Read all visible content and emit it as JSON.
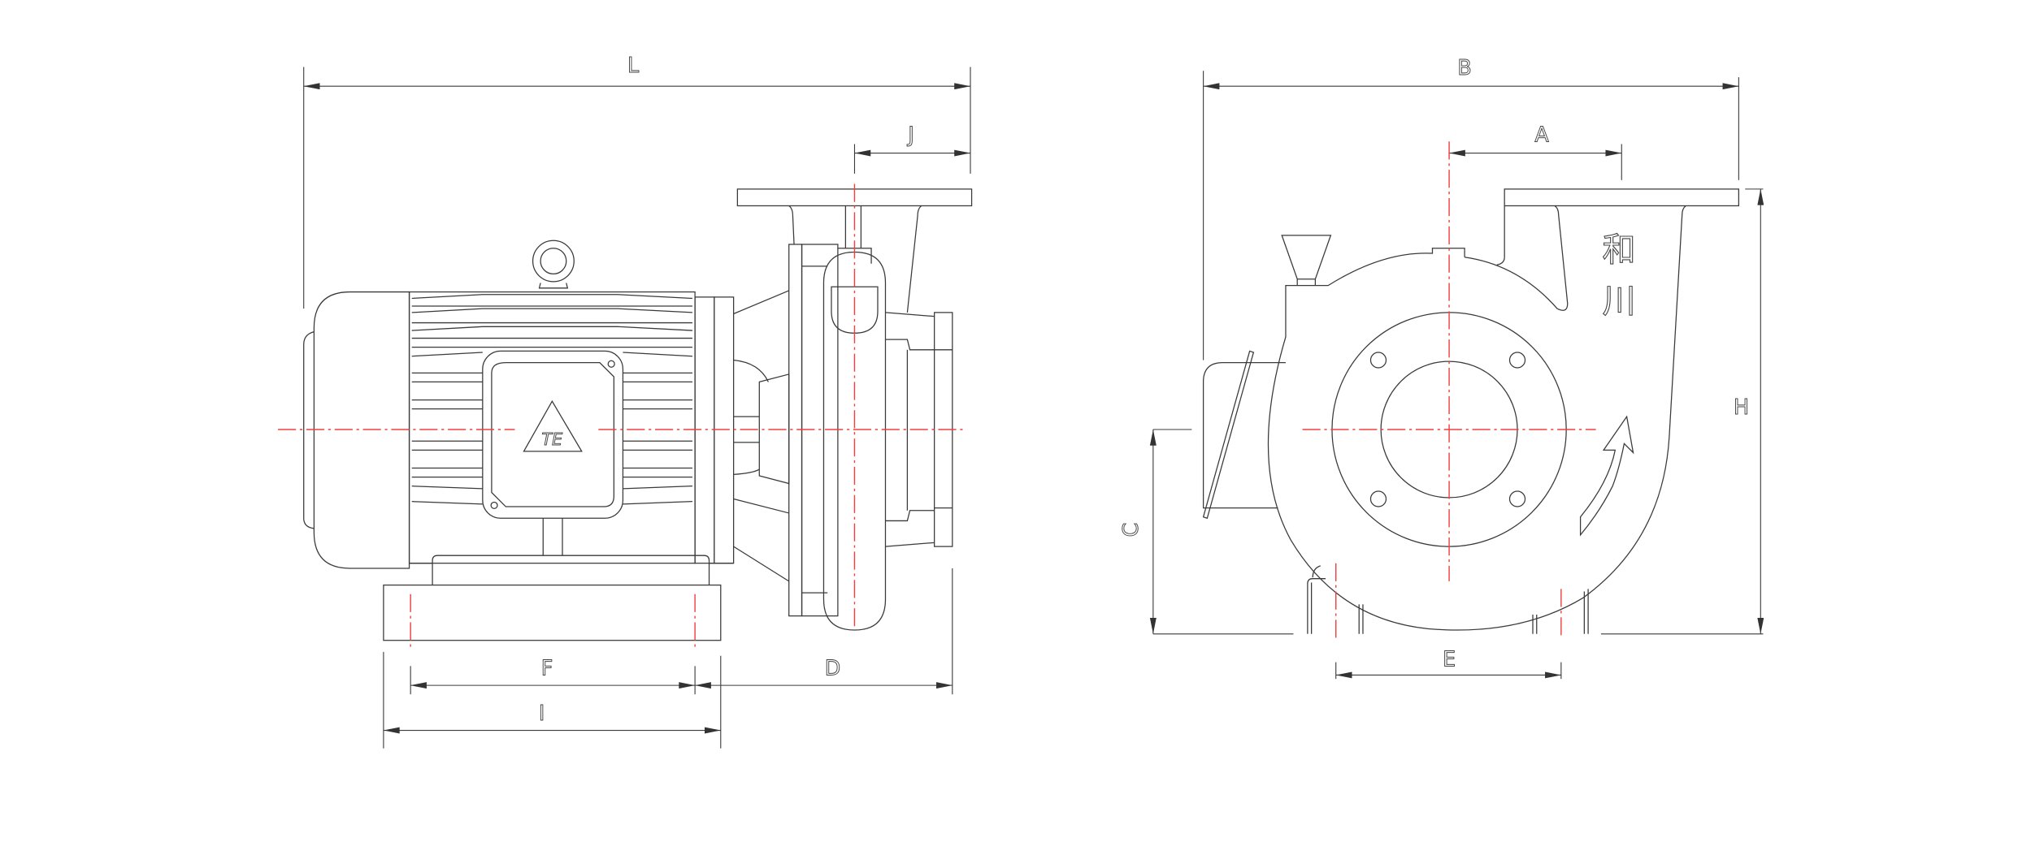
{
  "drawing": {
    "side_view": {
      "dimensions": {
        "L": "L",
        "J": "J",
        "F": "F",
        "D": "D",
        "I": "I"
      },
      "motor_logo": "TE"
    },
    "front_view": {
      "dimensions": {
        "B": "B",
        "A": "A",
        "H": "H",
        "C": "C",
        "E": "E"
      },
      "brand_mark": [
        "和",
        "川"
      ]
    },
    "colors": {
      "line": "#3a3a3a",
      "centerline": "#f04040",
      "arrow": "#333333"
    }
  }
}
